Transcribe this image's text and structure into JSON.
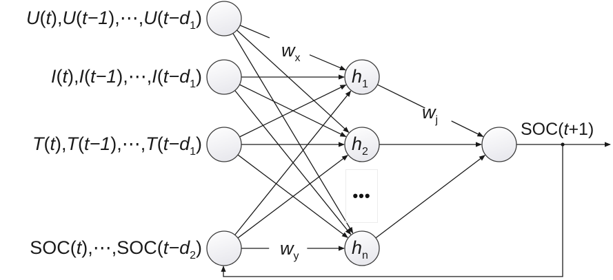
{
  "title": "NARX neural network for SOC estimation",
  "inputs": [
    {
      "id": "U",
      "var": "U",
      "t0": "t",
      "t1": "t−1",
      "dots": "⋯",
      "last": "t−d",
      "sub": "1"
    },
    {
      "id": "I",
      "var": "I",
      "t0": "t",
      "t1": "t−1",
      "dots": "⋯",
      "last": "t−d",
      "sub": "1"
    },
    {
      "id": "T",
      "var": "T",
      "t0": "t",
      "t1": "t−1",
      "dots": "⋯",
      "last": "t−d",
      "sub": "1"
    },
    {
      "id": "SOC",
      "var": "SOC",
      "t0": "t",
      "dots": "⋯",
      "last": "t−d",
      "sub": "2"
    }
  ],
  "hidden": [
    {
      "id": "h1",
      "label": "h",
      "sub": "1"
    },
    {
      "id": "h2",
      "label": "h",
      "sub": "2"
    },
    {
      "id": "hn",
      "label": "h",
      "sub": "n"
    }
  ],
  "hidden_ellipsis": "•••",
  "weights": {
    "wx": {
      "label": "w",
      "sub": "x"
    },
    "wj": {
      "label": "w",
      "sub": "j"
    },
    "wy": {
      "label": "w",
      "sub": "y"
    }
  },
  "output": {
    "prefix": "SOC(",
    "var": "t",
    "suffix": "+1)"
  },
  "colors": {
    "stroke": "#1a1a1a",
    "node_fill_top": "#ffffff",
    "node_fill_bottom": "#ececec"
  }
}
